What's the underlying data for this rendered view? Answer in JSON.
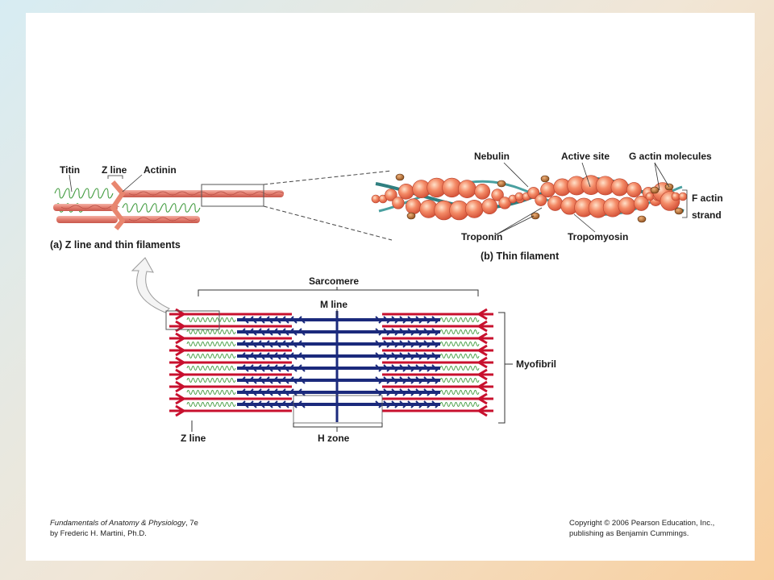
{
  "panel_a": {
    "labels": {
      "titin": "Titin",
      "z_line": "Z line",
      "actinin": "Actinin"
    },
    "caption_prefix": "(a)",
    "caption": "Z line and thin filaments"
  },
  "panel_b": {
    "labels": {
      "nebulin": "Nebulin",
      "active_site": "Active site",
      "g_actin": "G actin molecules",
      "f_actin_1": "F actin",
      "f_actin_2": "strand",
      "troponin": "Troponin",
      "tropomyosin": "Tropomyosin"
    },
    "caption_prefix": "(b)",
    "caption": "Thin filament"
  },
  "sarcomere": {
    "labels": {
      "sarcomere": "Sarcomere",
      "m_line": "M line",
      "myofibril": "Myofibril",
      "z_line": "Z line",
      "h_zone": "H zone"
    }
  },
  "footer": {
    "left_title": "Fundamentals of Anatomy & Physiology",
    "left_edition": ", 7e",
    "left_author": "by Frederic H. Martini, Ph.D.",
    "right_1": "Copyright © 2006 Pearson Education, Inc.,",
    "right_2": "publishing as Benjamin Cummings."
  },
  "colors": {
    "thin_filament": "#e07a70",
    "actin_bead": "#f2896a",
    "titin": "#3f9a3c",
    "myosin": "#1b2a7c",
    "z_line": "#c8102e",
    "tropomyosin": "#3b8a8a",
    "troponin": "#b06a2a"
  }
}
